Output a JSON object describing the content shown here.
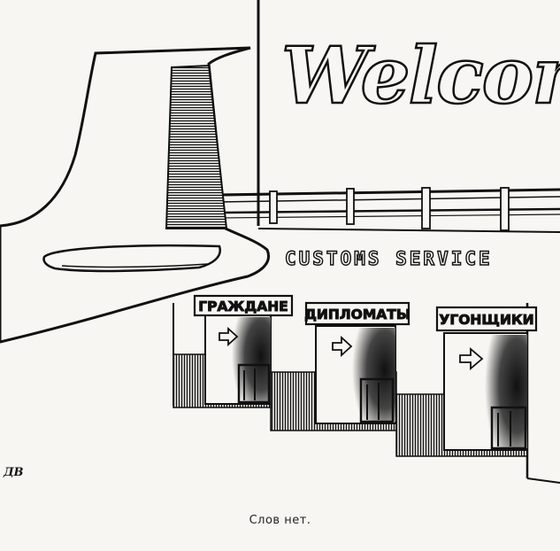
{
  "drawing": {
    "welcome_text": "Welcom",
    "customs_text": "CUSTOMS SERVICE",
    "counters": [
      {
        "sign": "ГРАЖДАНЕ"
      },
      {
        "sign": "ДИПЛОМАТЫ"
      },
      {
        "sign": "УГОНЩИКИ"
      }
    ],
    "signature": "ДВ"
  },
  "caption": "Слов нет."
}
